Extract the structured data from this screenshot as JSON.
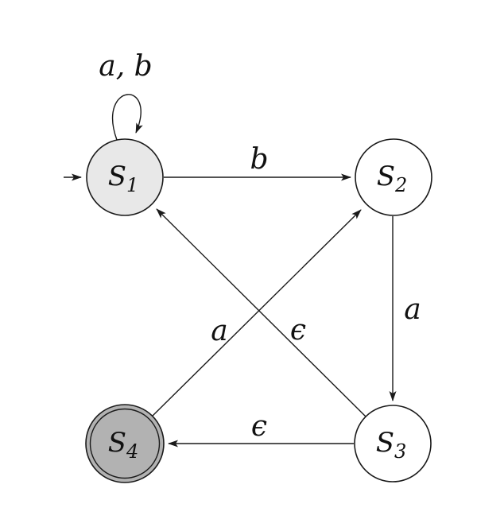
{
  "automaton": {
    "type": "finite-state-automaton",
    "colors": {
      "background": "#ffffff",
      "stroke": "#1a1a1a",
      "start_state_fill": "#e8e8e8",
      "normal_state_fill": "#ffffff",
      "accepting_state_fill": "#b2b2b2"
    },
    "states": [
      {
        "name": "S1",
        "label": "S",
        "sub": "1",
        "fill": "#e8e8e8",
        "role": "start"
      },
      {
        "name": "S2",
        "label": "S",
        "sub": "2",
        "fill": "#ffffff",
        "role": "normal"
      },
      {
        "name": "S3",
        "label": "S",
        "sub": "3",
        "fill": "#ffffff",
        "role": "normal"
      },
      {
        "name": "S4",
        "label": "S",
        "sub": "4",
        "fill": "#b2b2b2",
        "role": "accepting"
      }
    ],
    "transitions": [
      {
        "from": "S1",
        "to": "S1",
        "label": "a, b"
      },
      {
        "from": "S1",
        "to": "S2",
        "label": "b"
      },
      {
        "from": "S2",
        "to": "S3",
        "label": "a"
      },
      {
        "from": "S3",
        "to": "S1",
        "label": "ϵ"
      },
      {
        "from": "S4",
        "to": "S2",
        "label": "a"
      },
      {
        "from": "S3",
        "to": "S4",
        "label": "ϵ"
      }
    ]
  }
}
